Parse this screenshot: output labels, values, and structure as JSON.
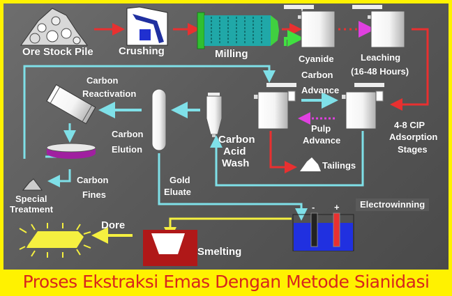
{
  "caption": "Proses Ekstraksi Emas Dengan Metode Sianidasi",
  "colors": {
    "background_frame": "#ffff00",
    "flow_slurry": "#e83030",
    "flow_carbon": "#7fe0e8",
    "flow_pulp": "#e040e0",
    "flow_cyanide": "#40e040",
    "flow_gold": "#f5f040",
    "caption": "#d8261c"
  },
  "stages": {
    "ore_stock_pile": "Ore Stock Pile",
    "crushing": "Crushing",
    "milling": "Milling",
    "cyanide": "Cyanide",
    "carbon_advance": [
      "Carbon",
      "Advance"
    ],
    "leaching": "Leaching",
    "leaching_time": "(16-48 Hours)",
    "carbon_reactivation": [
      "Carbon",
      "Reactivation"
    ],
    "carbon_elution": [
      "Carbon",
      "Elution"
    ],
    "carbon_acid_wash": [
      "Carbon",
      "Acid",
      "Wash"
    ],
    "pulp_advance": [
      "Pulp",
      "Advance"
    ],
    "cip_stages": [
      "4-8 CIP",
      "Adsorption",
      "Stages"
    ],
    "tailings": "Tailings",
    "carbon_fines": [
      "Carbon",
      "Fines"
    ],
    "special_treatment": [
      "Special",
      "Treatment"
    ],
    "gold_eluate": [
      "Gold",
      "Eluate"
    ],
    "electrowinning": "Electrowinning",
    "electrode_negative": "-",
    "electrode_positive": "+",
    "dore": "Dore",
    "smelting": "Smelting"
  }
}
